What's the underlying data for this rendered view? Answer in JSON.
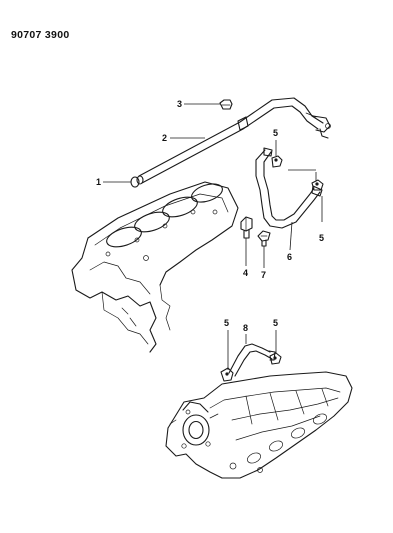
{
  "header": {
    "diagram_number": "90707 3900"
  },
  "callouts": [
    "1",
    "2",
    "3",
    "4",
    "5",
    "5",
    "5",
    "5",
    "6",
    "7",
    "8"
  ]
}
